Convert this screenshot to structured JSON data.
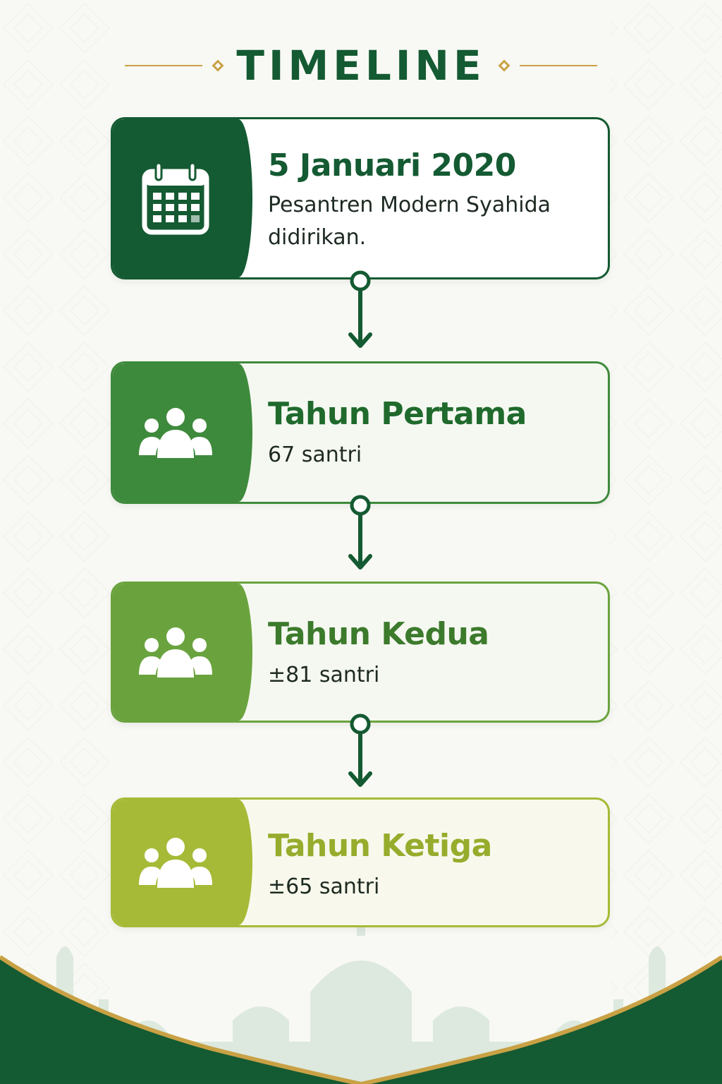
{
  "header": {
    "title": "TIMELINE"
  },
  "events": [
    {
      "title": "5 Januari 2020",
      "description": "Pesantren Modern Syahida didirikan.",
      "icon": "calendar-icon",
      "accent": "#145a32",
      "title_color": "#145a32",
      "border": "#145a32",
      "bg": "#ffffff"
    },
    {
      "title": "Tahun Pertama",
      "description": "67 santri",
      "icon": "users-icon",
      "accent": "#3e8a3c",
      "title_color": "#1f6a2c",
      "border": "#3e8a3c",
      "bg": "#f5f8f1"
    },
    {
      "title": "Tahun Kedua",
      "description": "±81 santri",
      "icon": "users-icon",
      "accent": "#6aa33e",
      "title_color": "#3c7a2c",
      "border": "#6aa33e",
      "bg": "#f5f8f1"
    },
    {
      "title": "Tahun Ketiga",
      "description": "±65 santri",
      "icon": "users-icon",
      "accent": "#a6ba37",
      "title_color": "#96ac2c",
      "border": "#a6ba37",
      "bg": "#f8f9ec"
    }
  ],
  "colors": {
    "gold": "#c9a145",
    "dark_green": "#145a32",
    "connector": "#145a32"
  }
}
